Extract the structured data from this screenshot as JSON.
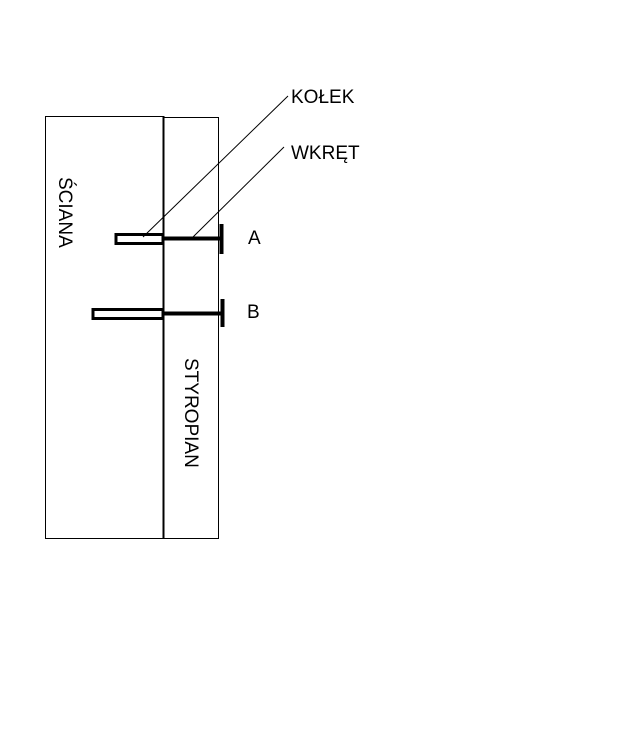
{
  "labels": {
    "kolek": "KOŁEK",
    "wkret": "WKRĘT",
    "a": "A",
    "b": "B",
    "sciana": "ŚCIANA",
    "styropian": "STYROPIAN"
  },
  "colors": {
    "stroke": "#000000",
    "background": "#ffffff"
  }
}
